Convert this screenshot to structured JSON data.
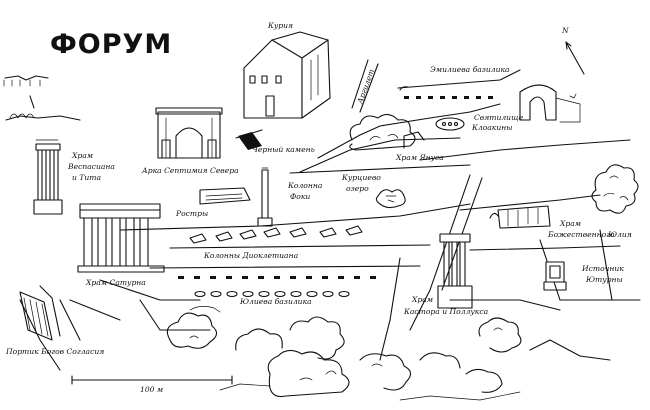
{
  "map": {
    "title": "ФОРУМ",
    "north": "N",
    "scale": "100 м",
    "labels": {
      "curia": "Курия",
      "argiletum": "Аргилет",
      "aemilia": "Эмилиева базилика",
      "cloaca": [
        "Святилище",
        "Клоакины"
      ],
      "janus": "Храм Януса",
      "vespasian": [
        "Храм",
        "Веспасиана",
        "и Тита"
      ],
      "severus_arch": "Арка Септимия Севера",
      "black_stone": "Черный камень",
      "phocas": [
        "Колонна",
        "Фоки"
      ],
      "lacus": [
        "Курциево",
        "озеро"
      ],
      "rostra": "Ростры",
      "diocletian": "Колонны Диоклетиана",
      "divine_julius": [
        "Храм",
        "Божественного",
        "Юлия"
      ],
      "juturna": [
        "Источник",
        "Ютурны"
      ],
      "saturn": "Храм Сатурна",
      "julia": "Юлиева базилика",
      "castor": [
        "Храм",
        "Кастора и Поллукса"
      ],
      "portico": "Портик Богов Согласия"
    }
  }
}
